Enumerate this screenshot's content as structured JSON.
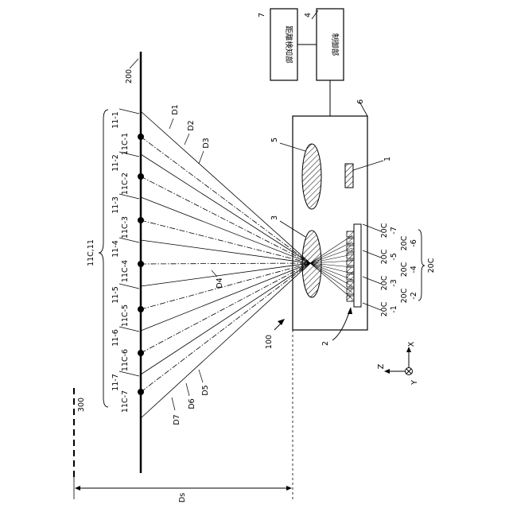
{
  "figure": {
    "target_line_ref": "200",
    "wall_ref": "300",
    "device_ref": "100",
    "group_ref": "11C,11",
    "sensor_group_ref": "20C",
    "distance_label": "Ds"
  },
  "boxes": {
    "distance_detector": {
      "ref": "7",
      "label": "距離検知部"
    },
    "controller": {
      "ref": "4",
      "label": "制御部"
    },
    "housing": {
      "ref": "6"
    }
  },
  "components": {
    "projector_lens": {
      "ref": "5"
    },
    "light_source": {
      "ref": "1"
    },
    "imaging_lens": {
      "ref": "3"
    },
    "sensor": {
      "ref": "2"
    }
  },
  "regions": [
    "11-1",
    "11-2",
    "11-3",
    "11-4",
    "11-5",
    "11-6",
    "11-7"
  ],
  "centers": [
    "11C-1",
    "11C-2",
    "11C-3",
    "11C-4",
    "11C-5",
    "11C-6",
    "11C-7"
  ],
  "distances": [
    "D1",
    "D2",
    "D3",
    "D4",
    "D5",
    "D6",
    "D7"
  ],
  "sensor_cells": {
    "top_refs": [
      "20C",
      "20C",
      "20C",
      "20C"
    ],
    "top_subs": [
      "-1",
      "-3",
      "-5",
      "-7"
    ],
    "bottom_refs": [
      "20C",
      "20C",
      "20C"
    ],
    "bottom_subs": [
      "-2",
      "-4",
      "-6"
    ]
  },
  "axes": {
    "x": "X",
    "y": "Y",
    "z": "Z"
  }
}
